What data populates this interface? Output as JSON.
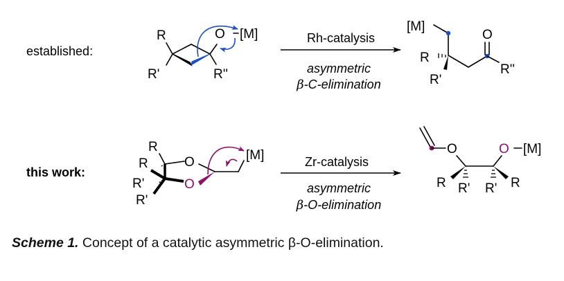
{
  "colors": {
    "blue_accent": "#1f4fc1",
    "purple_accent": "#8b1468",
    "text": "#000000"
  },
  "rows": [
    {
      "label": "established:",
      "reactant": {
        "substituents": [
          "R",
          "R'",
          "R''"
        ],
        "heteroatom": "O",
        "metal_group": "[M]"
      },
      "conditions": {
        "catalyst": "Rh-catalysis",
        "line1": "asymmetric",
        "line2_prefix": "β",
        "line2": "-C-elimination"
      },
      "product": {
        "metal_group": "[M]",
        "carbonyl_oxygen": "O",
        "substituents": [
          "R",
          "R'",
          "R''"
        ]
      }
    },
    {
      "label": "this work:",
      "reactant": {
        "substituents": [
          "R",
          "R",
          "R'",
          "R'"
        ],
        "ring_oxygens": [
          "O",
          "O"
        ],
        "metal_group": "[M]"
      },
      "conditions": {
        "catalyst": "Zr-catalysis",
        "line1": "asymmetric",
        "line2_prefix": "β",
        "line2": "-O-elimination"
      },
      "product": {
        "vinyl_oxygen": "O",
        "metal_oxygen": "O",
        "metal_group": "[M]",
        "substituents": [
          "R",
          "R'",
          "R'",
          "R"
        ]
      }
    }
  ],
  "caption": {
    "label": "Scheme 1.",
    "text": " Concept of a catalytic asymmetric β-O-elimination."
  }
}
